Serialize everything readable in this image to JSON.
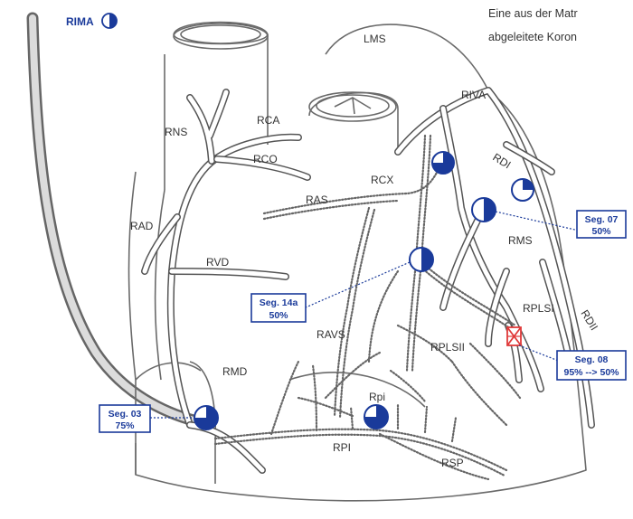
{
  "caption": {
    "line1": "Eine aus der Matr",
    "line2": "abgeleitete Koron"
  },
  "colors": {
    "marker": "#1a3a9a",
    "occlusion": "#e03a3a",
    "vessel": "#555555"
  },
  "rima": {
    "label": "RIMA",
    "icon": "half-filled-circle-icon"
  },
  "vessels": {
    "lms": "LMS",
    "riva": "RIVA",
    "rca": "RCA",
    "rns": "RNS",
    "rco": "RCO",
    "rdi": "RDI",
    "rcx": "RCX",
    "ras": "RAS",
    "rad": "RAD",
    "rvd": "RVD",
    "rms": "RMS",
    "rplsi": "RPLSI",
    "rdii": "RDII",
    "ravs": "RAVS",
    "rplsii": "RPLSII",
    "rmd": "RMD",
    "rpi_upper": "Rpi",
    "rpi_lower": "RPI",
    "rsp": "RSP"
  },
  "segments": [
    {
      "id": "seg07",
      "label": "Seg. 07",
      "value": "50%"
    },
    {
      "id": "seg14a",
      "label": "Seg. 14a",
      "value": "50%"
    },
    {
      "id": "seg08",
      "label": "Seg. 08",
      "value": "95% --> 50%"
    },
    {
      "id": "seg03",
      "label": "Seg. 03",
      "value": "75%"
    }
  ]
}
